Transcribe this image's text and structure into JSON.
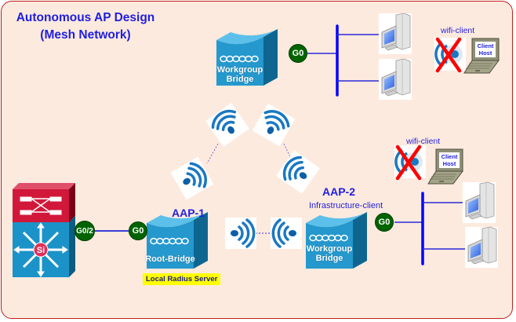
{
  "title": {
    "line1": "Autonomous AP Design",
    "line2": "(Mesh Network)"
  },
  "colors": {
    "background": "#fdeade",
    "border": "#c0201e",
    "title_text": "#1f1fe0",
    "port_badge": "#006400",
    "bridge_blue": "#2a9bd0",
    "bus_line": "#0000ff",
    "highlight": "#ffff00",
    "cross_mark": "#ff0000"
  },
  "devices": {
    "switch": {
      "icon": "multilayer-switch-icon",
      "port": "G0/2"
    },
    "aap1": {
      "name": "AAP-1",
      "device_label": "Root-Bridge",
      "port": "G0",
      "note": "Local Radius Server"
    },
    "aap2": {
      "name": "AAP-2",
      "role": "Infrastructure-client",
      "device_label_line1": "Workgroup",
      "device_label_line2": "Bridge",
      "port": "G0"
    },
    "top_bridge": {
      "device_label_line1": "Workgroup",
      "device_label_line2": "Bridge",
      "port": "G0"
    }
  },
  "clients": {
    "top": {
      "wifi_label": "wifi-client",
      "host_line1": "Client",
      "host_line2": "Host"
    },
    "right": {
      "wifi_label": "wifi-client",
      "host_line1": "Client",
      "host_line2": "Host"
    }
  }
}
